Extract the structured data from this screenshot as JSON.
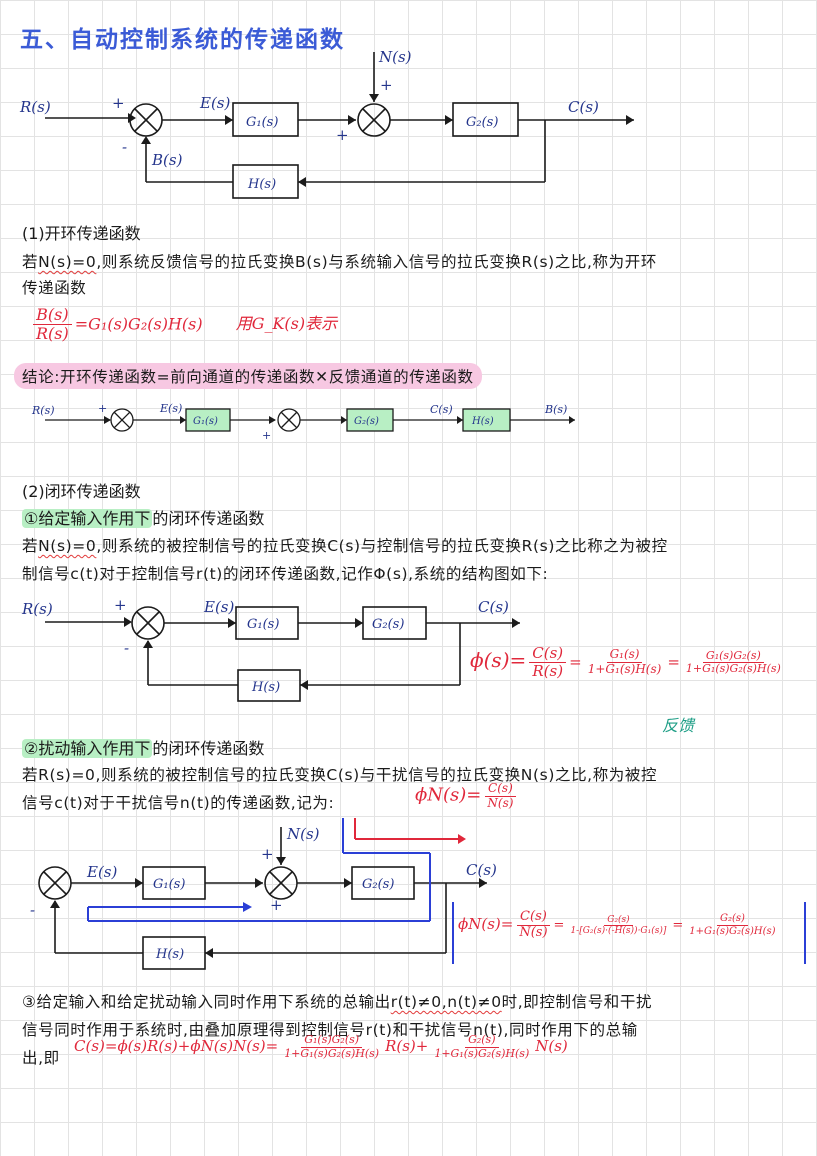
{
  "title": "五、自动控制系统的传递函数",
  "labels": {
    "R": "R(s)",
    "E": "E(s)",
    "B": "B(s)",
    "C": "C(s)",
    "N": "N(s)",
    "G1": "G₁(s)",
    "G2": "G₂(s)",
    "H": "H(s)",
    "plus": "+",
    "minus": "-"
  },
  "open_loop": {
    "heading": "(1)开环传递函数",
    "text_prefix": "若",
    "text_cond": "N(s)=0",
    "text_line1": ",则系统反馈信号的拉氏变换B(s)与系统输入信号的拉氏变换R(s)之比,称为开环",
    "text_line2": "传递函数",
    "formula_num": "B(s)",
    "formula_den": "R(s)",
    "formula_rhs": "=G₁(s)G₂(s)H(s)",
    "formula_note": "用G_K(s)表示",
    "conclusion": "结论:开环传递函数=前向通道的传递函数✕反馈通道的传递函数"
  },
  "closed_loop": {
    "heading": "(2)闭环传递函数",
    "sub1_label": "①给定输入作用下",
    "sub1_suffix": "的闭环传递函数",
    "sub1_prefix": "若",
    "sub1_cond": "N(s)=0",
    "sub1_line1": ",则系统的被控制信号的拉氏变换C(s)与控制信号的拉氏变换R(s)之比称之为被控",
    "sub1_line2": "制信号c(t)对于控制信号r(t)的闭环传递函数,记作Φ(s),系统的结构图如下:",
    "phi_lhs": "ϕ(s)=",
    "phi_f1_num": "C(s)",
    "phi_f1_den": "R(s)",
    "phi_f2_num": "G₁(s)",
    "phi_f2_den": "1+G₁(s)H(s)",
    "phi_f3_num": "G₁(s)G₂(s)",
    "phi_f3_den": "1+G₁(s)G₂(s)H(s)",
    "feedback_note": "反馈",
    "sub2_label": "②扰动输入作用下",
    "sub2_suffix": "的闭环传递函数",
    "sub2_line1": "若R(s)=0,则系统的被控制信号的拉氏变换C(s)与干扰信号的拉氏变换N(s)之比,称为被控",
    "sub2_line2": "信号c(t)对于干扰信号n(t)的传递函数,记为:",
    "phin_lhs": "ϕN(s)=",
    "phin_num": "C(s)",
    "phin_den": "N(s)",
    "box_lhs": "ϕN(s)=",
    "box_f1_num": "C(s)",
    "box_f1_den": "N(s)",
    "box_f2_num": "G₂(s)",
    "box_f2_den": "1-[G₂(s)·(-H(s))·G₁(s)]",
    "box_f3_num": "G₂(s)",
    "box_f3_den": "1+G₁(s)G₂(s)H(s)",
    "sub3_line1_a": "③给定输入和给定扰动输入同时作用下系统的总输出",
    "sub3_cond": "r(t)≠0,n(t)≠0",
    "sub3_line1_b": "时,即控制信号和干扰",
    "sub3_line2": "信号同时作用于系统时,由叠加原理得到控制信号r(t)和干扰信号n(t),同时作用下的总输",
    "sub3_line3": "出,即",
    "total_lhs": "C(s)=ϕ(s)R(s)+ϕN(s)N(s)=",
    "total_f1_num": "G₁(s)G₂(s)",
    "total_f1_den": "1+G₁(s)G₂(s)H(s)",
    "total_mid": "R(s)+",
    "total_f2_num": "G₂(s)",
    "total_f2_den": "1+G₁(s)G₂(s)H(s)",
    "total_end": "N(s)"
  },
  "colors": {
    "title": "#3b5bd6",
    "red": "#e0283b",
    "green_box": "#b8efc4",
    "pink_hl": "#f7c8e2",
    "blue_path": "#2b3fd6"
  }
}
